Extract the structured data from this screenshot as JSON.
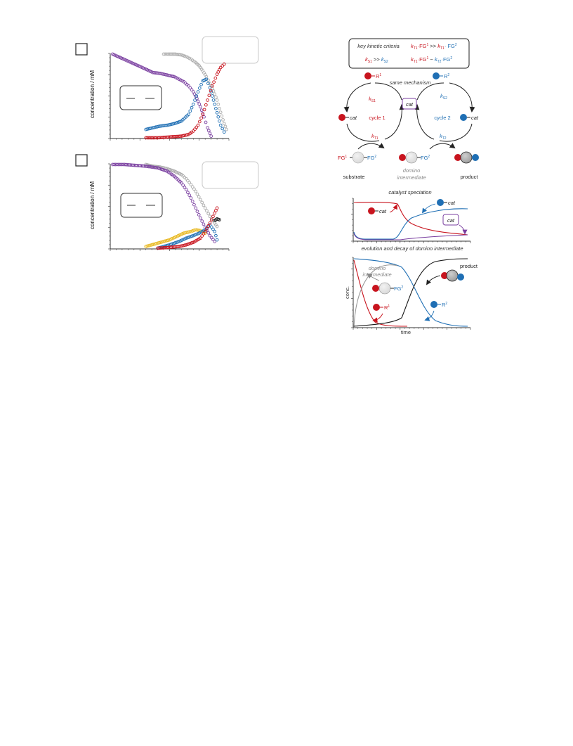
{
  "colors": {
    "red": "#c8141e",
    "blue": "#1f6fb4",
    "purple": "#7a3fa0",
    "grey": "#aaaaaa",
    "black": "#1a1a1a",
    "yellow": "#e8b81f"
  },
  "panels": {
    "top": {
      "ylabel": "concentration / mM",
      "chart_data": {
        "type": "scatter",
        "xlabel": "",
        "ylabel": "concentration / mM",
        "xlim": [
          0,
          1
        ],
        "ylim": [
          0,
          1
        ],
        "series": [
          {
            "color": "#aaaaaa",
            "x": [
              0.45,
              0.49,
              0.55,
              0.6,
              0.64,
              0.68,
              0.72,
              0.75,
              0.78,
              0.81,
              0.84,
              0.87,
              0.9,
              0.92,
              0.94,
              0.96,
              0.98
            ],
            "y": [
              1.0,
              1.0,
              1.0,
              0.99,
              0.97,
              0.94,
              0.9,
              0.86,
              0.8,
              0.73,
              0.65,
              0.56,
              0.45,
              0.35,
              0.26,
              0.17,
              0.1
            ]
          },
          {
            "color": "#7a3fa0",
            "x": [
              0.02,
              0.3,
              0.36,
              0.42,
              0.48,
              0.54,
              0.58,
              0.62,
              0.66,
              0.7,
              0.73,
              0.76,
              0.79,
              0.82,
              0.85
            ],
            "y": [
              1.0,
              0.82,
              0.78,
              0.77,
              0.75,
              0.73,
              0.7,
              0.67,
              0.62,
              0.55,
              0.47,
              0.37,
              0.25,
              0.12,
              0.02
            ]
          },
          {
            "color": "#1f6fb4",
            "x": [
              0.3,
              0.36,
              0.42,
              0.48,
              0.54,
              0.6,
              0.66,
              0.7,
              0.74,
              0.78,
              0.81,
              0.84,
              0.87,
              0.9,
              0.93,
              0.96
            ],
            "y": [
              0.1,
              0.12,
              0.14,
              0.15,
              0.17,
              0.2,
              0.28,
              0.4,
              0.55,
              0.68,
              0.7,
              0.6,
              0.45,
              0.3,
              0.15,
              0.07
            ]
          },
          {
            "color": "#c8141e",
            "x": [
              0.3,
              0.4,
              0.5,
              0.6,
              0.66,
              0.7,
              0.74,
              0.78,
              0.82,
              0.86,
              0.9,
              0.93,
              0.96
            ],
            "y": [
              0.0,
              0.0,
              0.01,
              0.02,
              0.04,
              0.08,
              0.15,
              0.28,
              0.45,
              0.62,
              0.76,
              0.84,
              0.88
            ]
          }
        ]
      }
    },
    "bottom": {
      "ylabel": "concentration / mM",
      "chart_data": {
        "type": "scatter",
        "xlabel": "",
        "ylabel": "concentration / mM",
        "xlim": [
          0,
          1
        ],
        "ylim": [
          0,
          1
        ],
        "series": [
          {
            "color": "#aaaaaa",
            "x": [
              0.3,
              0.36,
              0.42,
              0.48,
              0.54,
              0.6,
              0.64,
              0.68,
              0.72,
              0.76,
              0.8,
              0.84,
              0.88,
              0.9
            ],
            "y": [
              1.0,
              0.98,
              0.97,
              0.95,
              0.92,
              0.88,
              0.83,
              0.76,
              0.68,
              0.58,
              0.48,
              0.38,
              0.3,
              0.26
            ]
          },
          {
            "color": "#7a3fa0",
            "x": [
              0.02,
              0.12,
              0.3,
              0.4,
              0.48,
              0.54,
              0.6,
              0.64,
              0.68,
              0.72,
              0.76,
              0.8,
              0.84,
              0.88
            ],
            "y": [
              1.0,
              1.0,
              0.98,
              0.96,
              0.92,
              0.86,
              0.78,
              0.7,
              0.6,
              0.48,
              0.36,
              0.25,
              0.15,
              0.08
            ]
          },
          {
            "color": "#e8b81f",
            "x": [
              0.3,
              0.4,
              0.5,
              0.56,
              0.62,
              0.68,
              0.72,
              0.76,
              0.8
            ],
            "y": [
              0.02,
              0.06,
              0.1,
              0.14,
              0.18,
              0.2,
              0.22,
              0.21,
              0.18
            ]
          },
          {
            "color": "#1f6fb4",
            "x": [
              0.4,
              0.5,
              0.58,
              0.64,
              0.7,
              0.75,
              0.8,
              0.84,
              0.88,
              0.9
            ],
            "y": [
              0.0,
              0.04,
              0.08,
              0.12,
              0.15,
              0.18,
              0.22,
              0.28,
              0.2,
              0.1
            ]
          },
          {
            "color": "#c8141e",
            "x": [
              0.4,
              0.5,
              0.58,
              0.64,
              0.7,
              0.76,
              0.8,
              0.84,
              0.88,
              0.9
            ],
            "y": [
              0.0,
              0.01,
              0.02,
              0.04,
              0.07,
              0.12,
              0.2,
              0.3,
              0.42,
              0.48
            ]
          },
          {
            "color": "#1a1a1a",
            "x": [
              0.88,
              0.9,
              0.92
            ],
            "y": [
              0.33,
              0.35,
              0.34
            ]
          }
        ]
      }
    }
  },
  "criteria": {
    "title": "key kinetic criteria",
    "ks_rel": ">>",
    "kt_rel1": "·FG",
    "kt_rel_much": ">>",
    "kt_rel_approx": "~"
  },
  "cycle": {
    "same_mechanism": "same mechanism",
    "cycle1": "cycle 1",
    "cycle2": "cycle 2",
    "cat": "cat",
    "r1": "R",
    "r1_sup": "1",
    "r2": "R",
    "r2_sup": "2",
    "k": "k",
    "s1": "S1",
    "s2": "S2",
    "t1": "T1",
    "t2": "T2",
    "fg": "FG",
    "sup1": "1",
    "sup2": "2",
    "substrate": "substrate",
    "domino_intermediate_1": "domino",
    "domino_intermediate_2": "intermediate",
    "product": "product"
  },
  "speciation": {
    "title": "catalyst speciation",
    "cat": "cat"
  },
  "evolution": {
    "title": "evolution and decay of domino intermediate",
    "ylabel": "conc.",
    "xlabel": "time",
    "domino_1": "domino",
    "domino_2": "intermediate",
    "fg": "FG",
    "sup2": "2",
    "r": "R",
    "sup1": "1",
    "product": "product"
  }
}
